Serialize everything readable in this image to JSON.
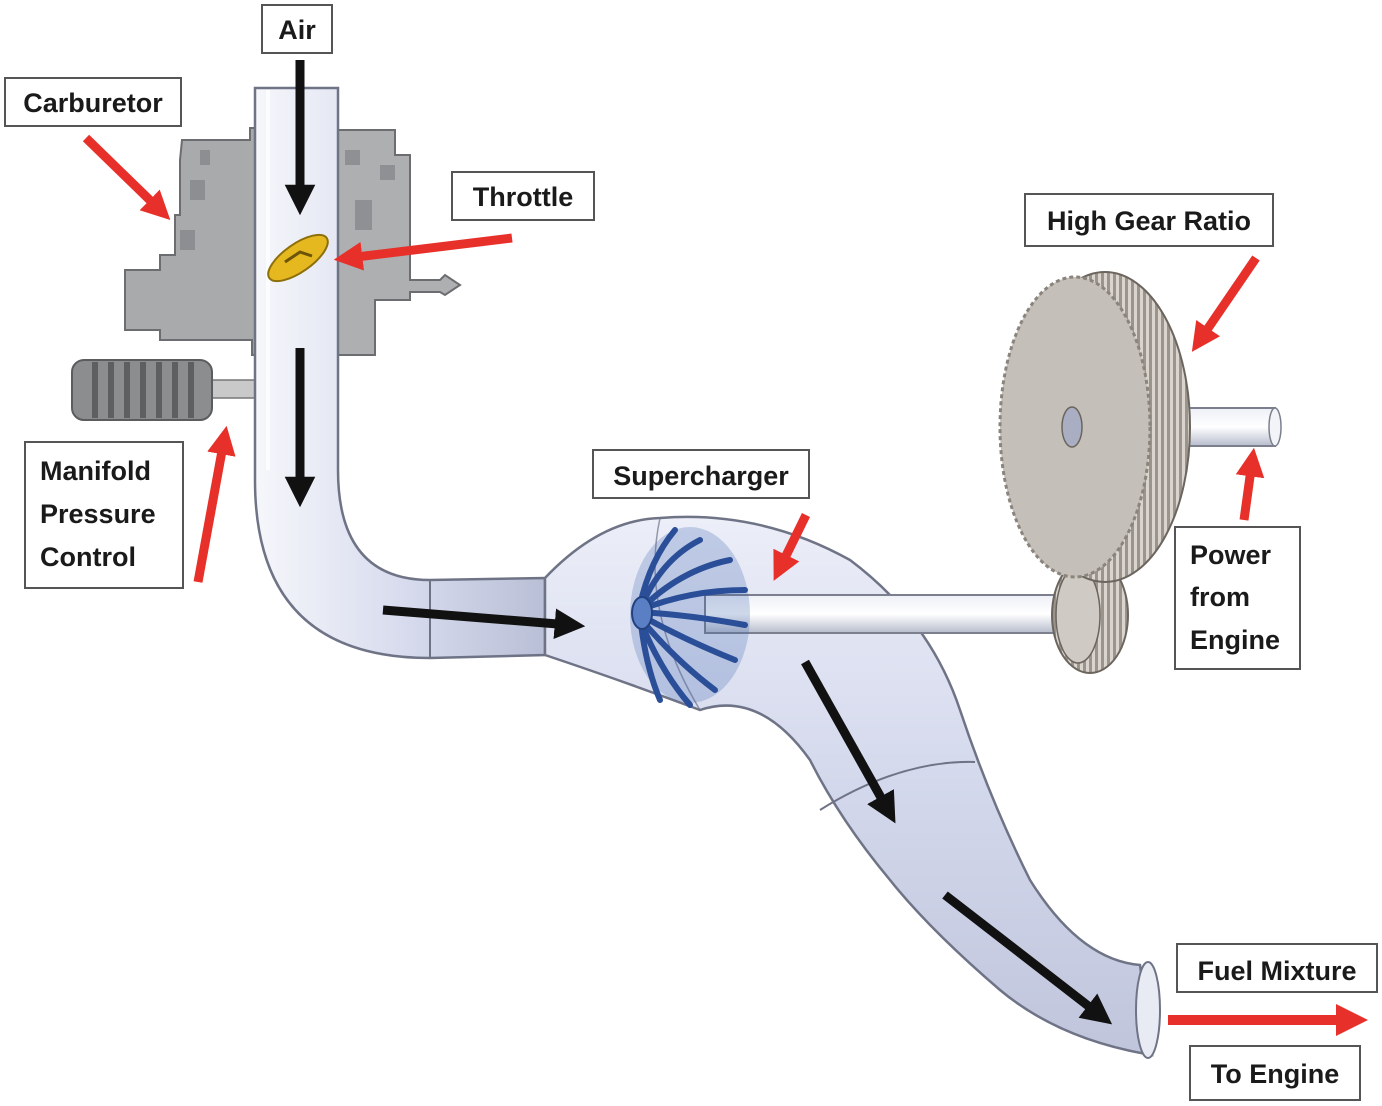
{
  "labels": {
    "air": "Air",
    "carburetor": "Carburetor",
    "throttle": "Throttle",
    "high_gear_ratio": "High Gear Ratio",
    "manifold_line1": "Manifold",
    "manifold_line2": "Pressure",
    "manifold_line3": "Control",
    "supercharger": "Supercharger",
    "power_line1": "Power",
    "power_line2": "from",
    "power_line3": "Engine",
    "fuel_mixture": "Fuel Mixture",
    "to_engine": "To Engine"
  },
  "colors": {
    "callout_arrow": "#e8302a",
    "flow_arrow": "#111111",
    "duct_fill": "#dde2f2",
    "duct_stroke": "#6f7386",
    "impeller": "#3a62b0",
    "throttle_plate": "#e6b820",
    "carburetor_body": "#a9aaac",
    "gear": "#c4bfb9"
  },
  "icons": [
    "carburetor-body",
    "throttle-plate",
    "impeller",
    "large-gear",
    "small-gear",
    "drive-shaft",
    "manifold-pressure-bellows"
  ]
}
